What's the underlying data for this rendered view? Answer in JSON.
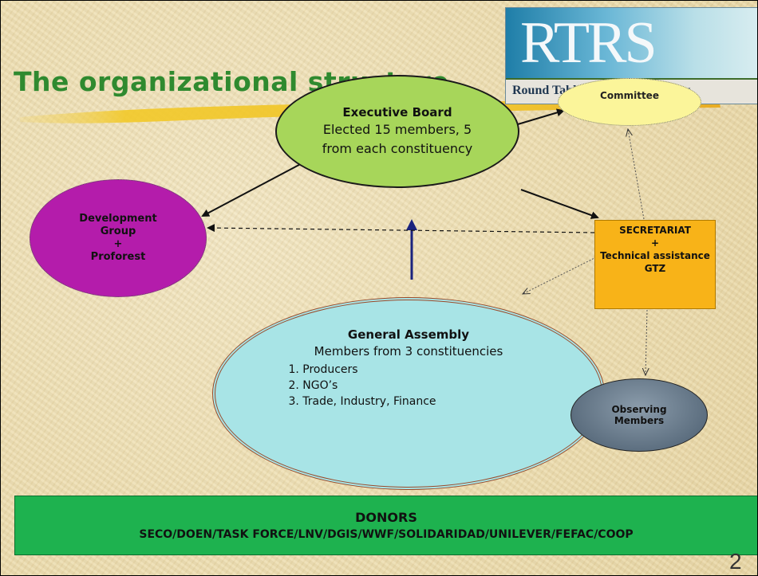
{
  "slide": {
    "title": "The organizational structure",
    "page_number": "2"
  },
  "logo": {
    "mark": "RTRS",
    "tagline": "Round Table on Responsible Soy"
  },
  "nodes": {
    "executive_board": {
      "heading": "Executive Board",
      "line1": "Elected 15 members, 5",
      "line2": "from each constituency"
    },
    "committee": {
      "label": "Committee"
    },
    "development_group": {
      "line1": "Development",
      "line2": "Group",
      "line3": "+",
      "line4": "Proforest"
    },
    "secretariat": {
      "line1": "SECRETARIAT",
      "line2": "+",
      "line3": "Technical assistance",
      "line4": "GTZ"
    },
    "general_assembly": {
      "heading": "General Assembly",
      "subheading": "Members from 3 constituencies",
      "items": [
        "1. Producers",
        "2. NGO’s",
        "3. Trade, Industry, Finance"
      ]
    },
    "observing_members": {
      "line1": "Observing",
      "line2": "Members"
    }
  },
  "donors": {
    "heading": "DONORS",
    "list": "SECO/DOEN/TASK FORCE/LNV/DGIS/WWF/SOLIDARIDAD/UNILEVER/FEFAC/COOP"
  },
  "colors": {
    "title": "#2f8a2f",
    "executive_board": "#a7d65a",
    "committee": "#fbf59a",
    "development_group": "#b41cab",
    "secretariat": "#f8b318",
    "general_assembly": "#a8e4e6",
    "observing_members": "#5d6f80",
    "donors": "#1eb24f",
    "solid_arrow_up": "#1a237e"
  }
}
